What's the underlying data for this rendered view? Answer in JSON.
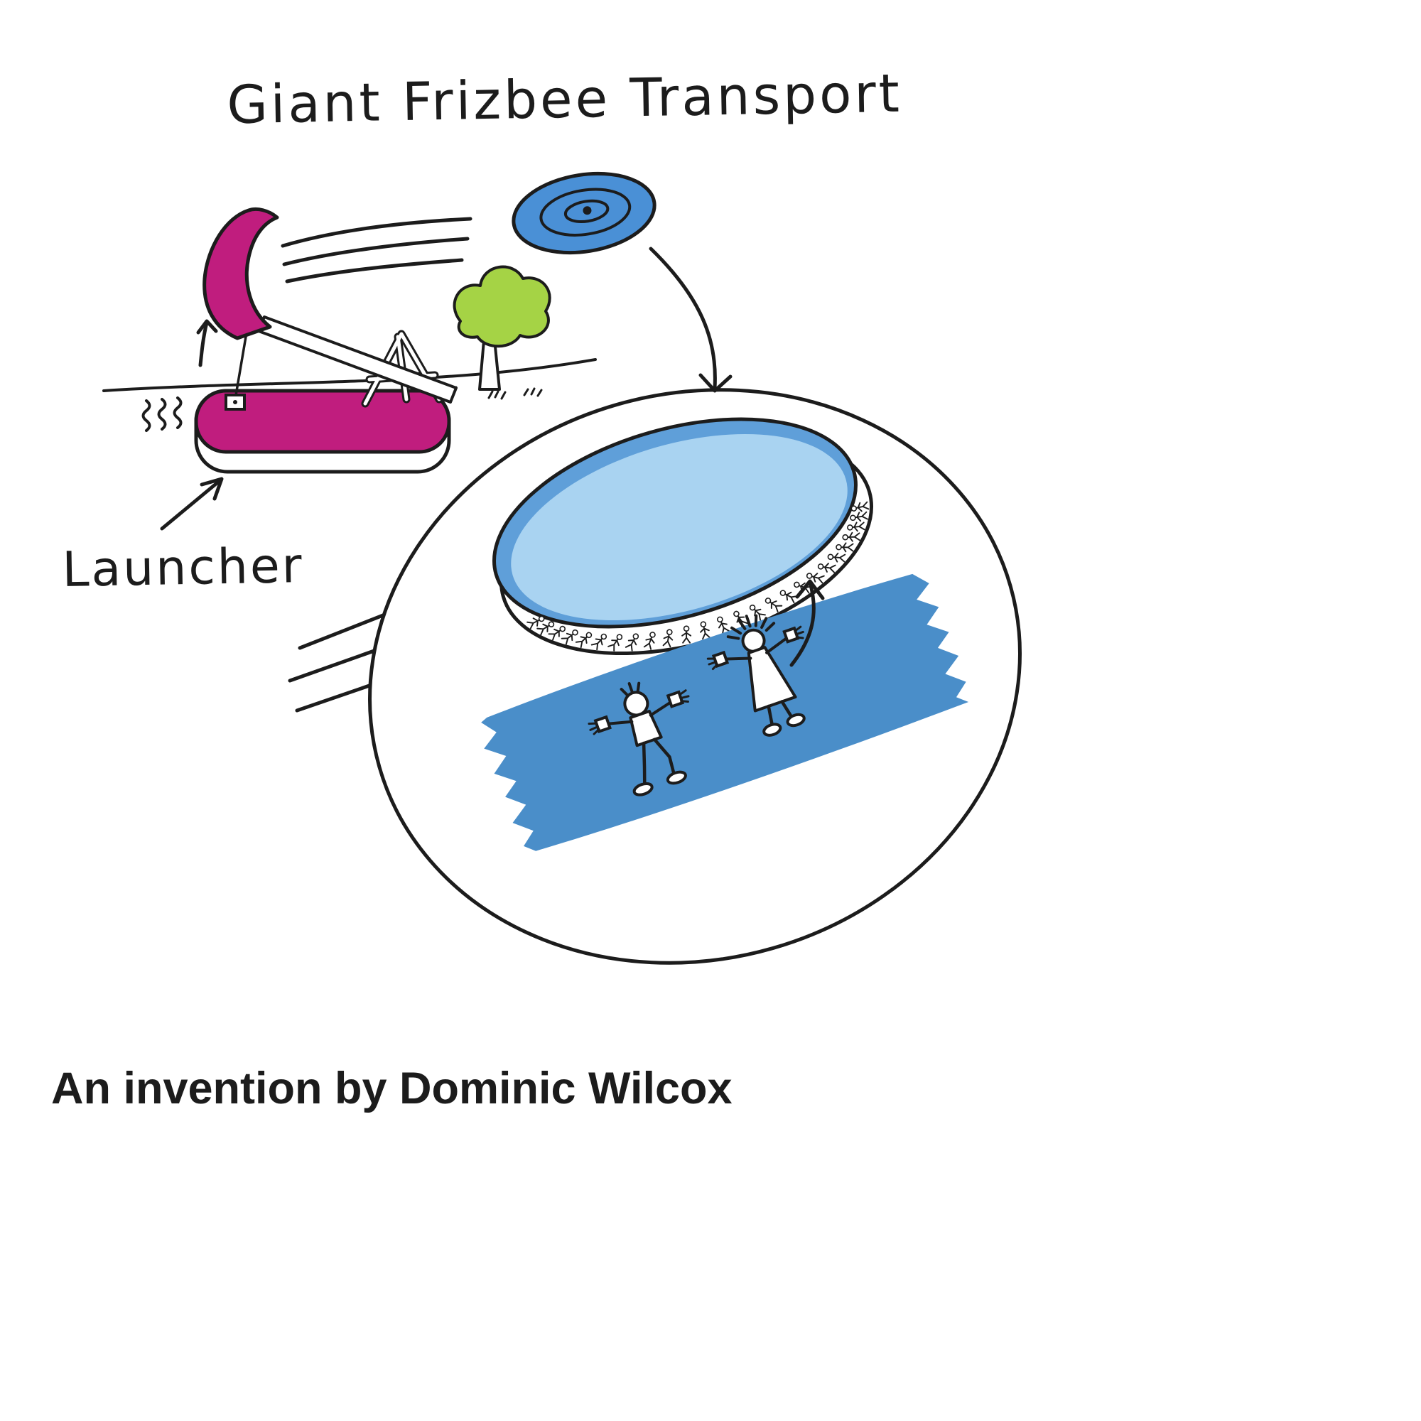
{
  "illustration": {
    "title": "Giant Frizbee Transport",
    "labels": {
      "launcher": "Launcher"
    },
    "caption": "An invention by Dominic Wilcox",
    "big_frisbee": {
      "rim_people_count": 26,
      "passenger_count": 2
    },
    "colors": {
      "magenta": "#c01d7e",
      "tree_green": "#a5d345",
      "frisbee_blue": "#4a90d6",
      "frisbee_top_light": "#a9d3f1",
      "frisbee_lip": "#5f9fd9",
      "band_blue": "#4a8ec9",
      "ink": "#1c1c1c",
      "caption_color": "#2b2b2b",
      "background": "#ffffff"
    }
  }
}
